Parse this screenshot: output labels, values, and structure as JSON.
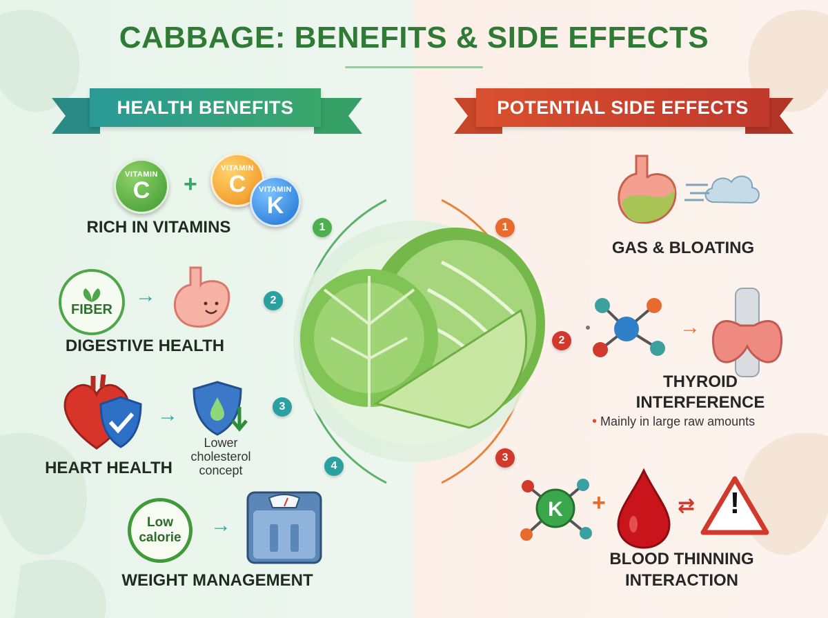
{
  "title": "CABBAGE: BENEFITS & SIDE EFFECTS",
  "benefits": {
    "banner": "HEALTH BENEFITS",
    "items": [
      {
        "number": "1",
        "label": "RICH IN VITAMINS"
      },
      {
        "number": "2",
        "label": "DIGESTIVE HEALTH"
      },
      {
        "number": "3",
        "label": "HEART HEALTH"
      },
      {
        "number": "4",
        "label": "WEIGHT MANAGEMENT"
      }
    ],
    "vitamin_word": "VITAMIN",
    "vitamins": [
      "C",
      "C",
      "K"
    ],
    "fiber": "FIBER",
    "cholesterol_lines": [
      "Lower",
      "cholesterol",
      "concept"
    ],
    "low_calorie_lines": [
      "Low",
      "calorie"
    ]
  },
  "side_effects": {
    "banner": "POTENTIAL SIDE EFFECTS",
    "items": [
      {
        "number": "1",
        "label_lines": [
          "GAS & BLOATING"
        ]
      },
      {
        "number": "2",
        "label_lines": [
          "THYROID",
          "INTERFERENCE"
        ],
        "note": "Mainly in large raw amounts"
      },
      {
        "number": "3",
        "label_lines": [
          "BLOOD THINNING",
          "INTERACTION"
        ]
      }
    ],
    "vitamin_k": "K",
    "warning_mark": "!"
  },
  "colors": {
    "title": "#2f7a34",
    "benefit_accent": "#3aa76a",
    "side_effect_accent": "#d0392b",
    "cabbage": "#8cc95a"
  },
  "icons": [
    "vitamin-c-icon",
    "vitamin-k-icon",
    "fiber-icon",
    "stomach-icon",
    "heart-icon",
    "shield-icon",
    "drop-shield-icon",
    "low-calorie-icon",
    "scale-icon",
    "gas-cloud-icon",
    "molecule-icon",
    "thyroid-icon",
    "blood-drop-icon",
    "warning-icon",
    "cabbage-icon"
  ]
}
